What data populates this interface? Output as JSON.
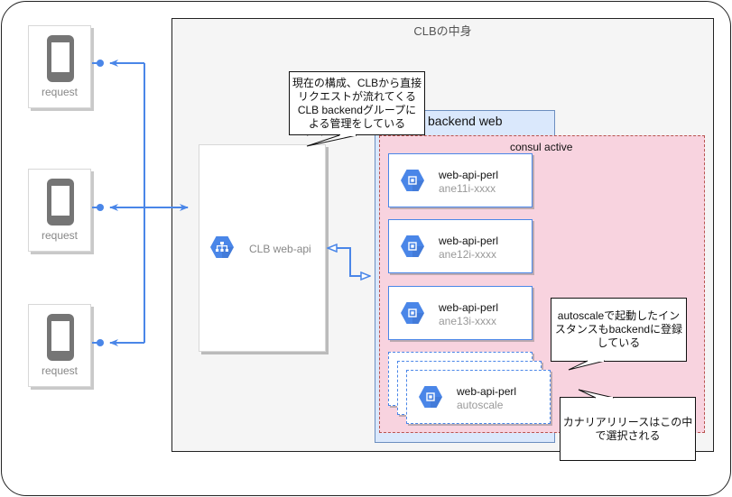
{
  "diagram": {
    "group_title": "CLBの中身",
    "requests": [
      {
        "label": "request",
        "icon": "smartphone-icon"
      },
      {
        "label": "request",
        "icon": "smartphone-icon"
      },
      {
        "label": "request",
        "icon": "smartphone-icon"
      }
    ],
    "load_balancer": {
      "label": "CLB web-api",
      "icon": "load-balancer-icon"
    },
    "backend_group": {
      "title": "backend web"
    },
    "consul_group": {
      "title": "consul active"
    },
    "instances": [
      {
        "name": "web-api-perl",
        "sub": "ane11i-xxxx",
        "icon": "compute-engine-icon"
      },
      {
        "name": "web-api-perl",
        "sub": "ane12i-xxxx",
        "icon": "compute-engine-icon"
      },
      {
        "name": "web-api-perl",
        "sub": "ane13i-xxxx",
        "icon": "compute-engine-icon"
      }
    ],
    "autoscale_instance": {
      "name": "web-api-perl",
      "sub": "autoscale",
      "icon": "compute-engine-icon"
    },
    "callouts": {
      "current": "現在の構成、CLBから直接リクエストが流れてくるCLB backendグループによる管理をしている",
      "current_lines": [
        "現在の構成、CLBから直接",
        "リクエストが流れてくる",
        "CLB backendグループに",
        "よる管理をしている"
      ],
      "autoscale_lines": [
        "autoscaleで起動したイン",
        "スタンスもbackendに登録",
        "している"
      ],
      "canary_lines": [
        "カナリアリリースはこの中",
        "で選択される"
      ]
    },
    "colors": {
      "connector": "#4a86e8",
      "backend_fill": "#dae8fc",
      "consul_fill": "#f8d3df",
      "consul_border": "#b85450",
      "hex_icon": "#4a86e8"
    }
  }
}
